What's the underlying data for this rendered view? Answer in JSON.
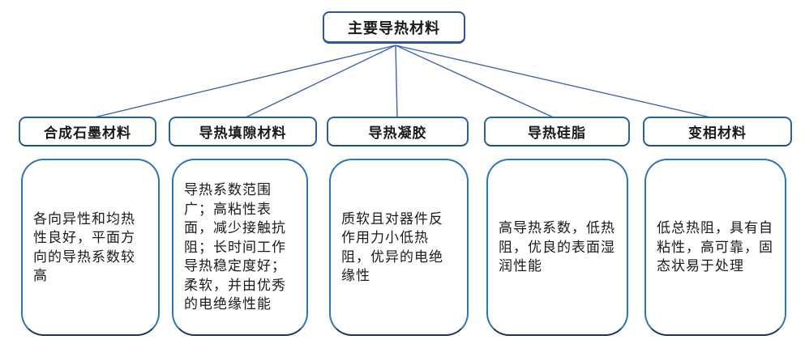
{
  "root": {
    "label": "主要导热材料"
  },
  "colors": {
    "root_border": "#2b579a",
    "header_border": "#2e5fa3",
    "description_border": "#2e75b6",
    "connector_line": "#3c64b0",
    "text": "#1a1a1a",
    "background": "#ffffff"
  },
  "branches": [
    {
      "id": "synthetic-graphite",
      "title": "合成石墨材料",
      "description": "各向异性和均热性良好，平面方向的导热系数较高"
    },
    {
      "id": "thermal-gap-filler",
      "title": "导热填隙材料",
      "description": "导热系数范围广；高粘性表面，减少接触抗阻；长时间工作导热稳定度好；柔软，并由优秀的电绝缘性能"
    },
    {
      "id": "thermal-gel",
      "title": "导热凝胶",
      "description": "质软且对器件反作用力小低热阻，优异的电绝缘性"
    },
    {
      "id": "thermal-silicone-grease",
      "title": "导热硅脂",
      "description": "高导热系数，低热阻，优良的表面湿润性能"
    },
    {
      "id": "phase-change-material",
      "title": "变相材料",
      "description": "低总热阻，具有自粘性，高可靠，固态状易于处理"
    }
  ]
}
